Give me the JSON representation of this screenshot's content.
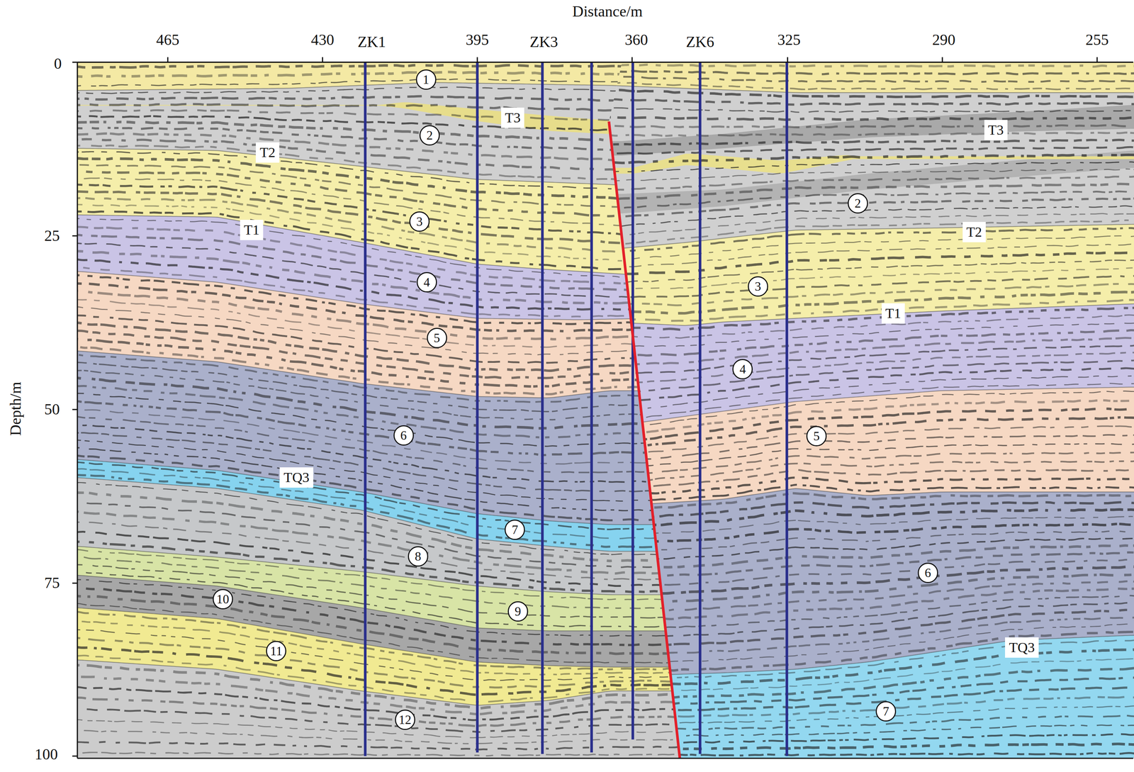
{
  "diagram": {
    "nodes": [
      {
        "text": [
          "1"
        ]
      },
      {
        "text": [
          "T3"
        ]
      },
      {
        "text": [
          "T3"
        ]
      },
      {
        "text": [
          "2"
        ]
      },
      {
        "text": [
          "T2"
        ]
      },
      {
        "text": [
          "2"
        ]
      },
      {
        "text": [
          "3"
        ]
      },
      {
        "text": [
          "T1"
        ]
      },
      {
        "text": [
          "T2"
        ]
      },
      {
        "text": [
          "4"
        ]
      },
      {
        "text": [
          "3"
        ]
      },
      {
        "text": [
          "T1"
        ]
      },
      {
        "text": [
          "5"
        ]
      },
      {
        "text": [
          "4"
        ]
      },
      {
        "text": [
          "6"
        ]
      },
      {
        "text": [
          "5"
        ]
      },
      {
        "text": [
          "TQ3"
        ]
      },
      {
        "text": [
          "7"
        ]
      },
      {
        "text": [
          "8"
        ]
      },
      {
        "text": [
          "6"
        ]
      },
      {
        "text": [
          "10"
        ]
      },
      {
        "text": [
          "9"
        ]
      },
      {
        "text": [
          "TQ3"
        ]
      },
      {
        "text": [
          "11"
        ]
      },
      {
        "text": [
          "7"
        ]
      },
      {
        "text": [
          "12"
        ]
      }
    ],
    "labels": [
      "Distance/m",
      "465",
      "430",
      "ZK1",
      "395",
      "ZK3",
      "360",
      "ZK6",
      "325",
      "290",
      "255",
      "Depth/m",
      "0",
      "25",
      "50",
      "75",
      "100"
    ]
  }
}
